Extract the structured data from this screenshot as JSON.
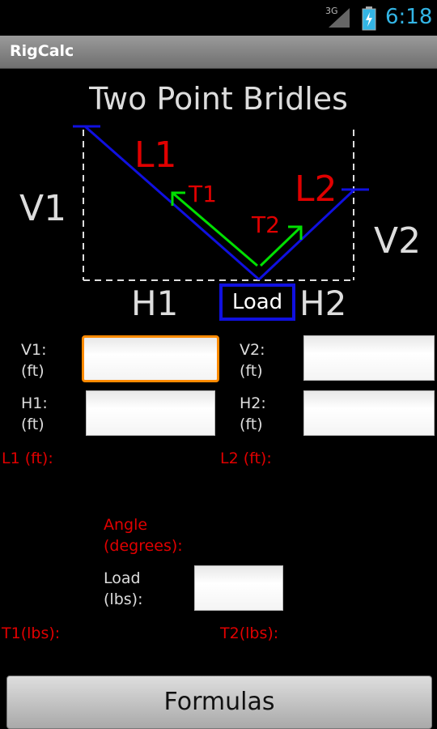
{
  "status_bar": {
    "network": "3G",
    "time": "6:18"
  },
  "app": {
    "title": "RigCalc"
  },
  "heading": "Two Point Bridles",
  "diagram": {
    "labels": {
      "v1": "V1",
      "v2": "V2",
      "h1": "H1",
      "h2": "H2",
      "l1": "L1",
      "l2": "L2",
      "t1": "T1",
      "t2": "T2",
      "load": "Load"
    },
    "colors": {
      "rope": "#1010e0",
      "tension": "#00e000",
      "label_red": "#e00000",
      "guide": "#dddddd"
    }
  },
  "form": {
    "v1": {
      "label_line1": "V1:",
      "label_line2": "(ft)",
      "value": ""
    },
    "v2": {
      "label_line1": "V2:",
      "label_line2": "(ft)",
      "value": ""
    },
    "h1": {
      "label_line1": "H1:",
      "label_line2": "(ft)",
      "value": ""
    },
    "h2": {
      "label_line1": "H2:",
      "label_line2": "(ft)",
      "value": ""
    },
    "load": {
      "label_line1": "Load",
      "label_line2": "(lbs):",
      "value": ""
    }
  },
  "results": {
    "l1": "L1 (ft):",
    "l2": "L2 (ft):",
    "angle_line1": "Angle",
    "angle_line2": "(degrees):",
    "t1": "T1(lbs):",
    "t2": "T2(lbs):"
  },
  "buttons": {
    "formulas": "Formulas"
  },
  "colors": {
    "accent_time": "#33b5e5",
    "focus_border": "#ff8a00"
  }
}
